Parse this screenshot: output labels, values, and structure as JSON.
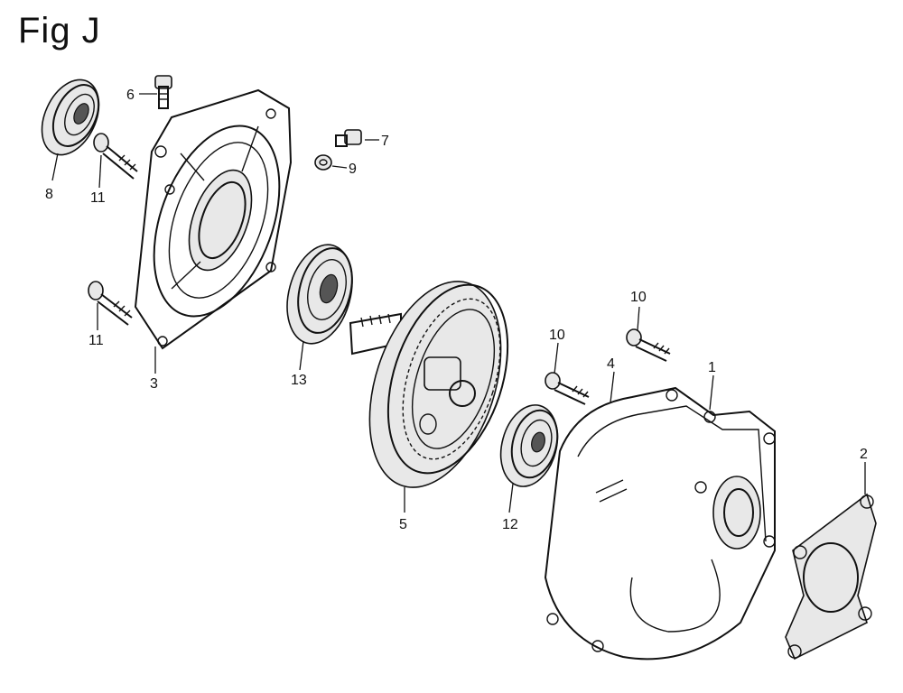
{
  "figure": {
    "title": "Fig J"
  },
  "callouts": [
    {
      "id": "c1",
      "text": "1"
    },
    {
      "id": "c2",
      "text": "2"
    },
    {
      "id": "c3",
      "text": "3"
    },
    {
      "id": "c4",
      "text": "4"
    },
    {
      "id": "c5",
      "text": "5"
    },
    {
      "id": "c6",
      "text": "6"
    },
    {
      "id": "c7",
      "text": "7"
    },
    {
      "id": "c8",
      "text": "8"
    },
    {
      "id": "c9",
      "text": "9"
    },
    {
      "id": "c10a",
      "text": "10"
    },
    {
      "id": "c10b",
      "text": "10"
    },
    {
      "id": "c11a",
      "text": "11"
    },
    {
      "id": "c11b",
      "text": "11"
    },
    {
      "id": "c12",
      "text": "12"
    },
    {
      "id": "c13",
      "text": "13"
    }
  ]
}
